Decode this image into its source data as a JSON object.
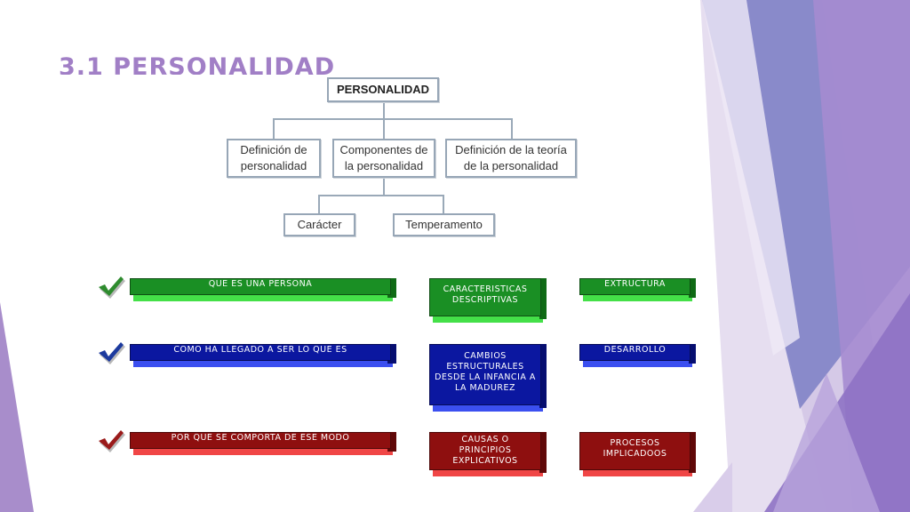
{
  "slide": {
    "title": "3.1 PERSONALIDAD",
    "title_color": "#a17fc6"
  },
  "org_chart": {
    "root": "PERSONALIDAD",
    "level1": [
      "Definición de personalidad",
      "Componentes de la personalidad",
      "Definición de la teoría de la personalidad"
    ],
    "level2": [
      "Carácter",
      "Temperamento"
    ],
    "line_color": "#9aa9b8"
  },
  "rows": [
    {
      "check_icon": "checkmark-icon",
      "check_color": "#2e8b2e",
      "question": "QUE ES UNA PERSONA",
      "middle": "CARACTERISTICAS DESCRIPTIVAS",
      "right": "EXTRUCTURA",
      "face_color": "#1a8f24",
      "depth_color": "#44e048"
    },
    {
      "check_icon": "checkmark-icon",
      "check_color": "#1c3a9e",
      "question": "COMO HA LLEGADO A SER LO QUE ES",
      "middle": "CAMBIOS ESTRUCTURALES DESDE LA INFANCIA A LA MADUREZ",
      "right": "DESARROLLO",
      "face_color": "#0b17a0",
      "depth_color": "#3b4ff0"
    },
    {
      "check_icon": "checkmark-icon",
      "check_color": "#9a1a1a",
      "question": "POR QUE SE COMPORTA DE ESE MODO",
      "middle": "CAUSAS O PRINCIPIOS EXPLICATIVOS",
      "right": "PROCESOS IMPLICADOOS",
      "face_color": "#8e0f0f",
      "depth_color": "#f04646"
    }
  ]
}
